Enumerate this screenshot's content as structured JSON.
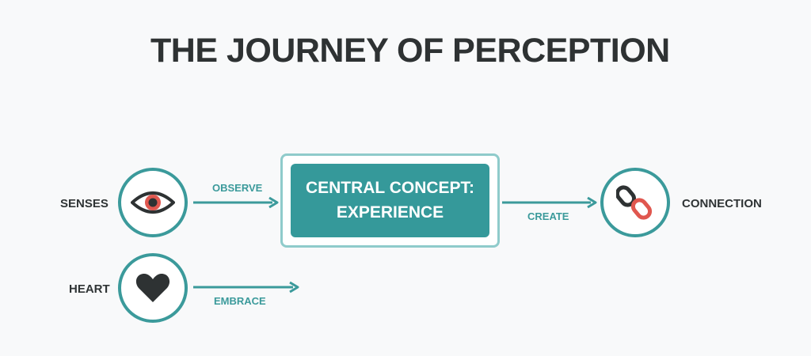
{
  "title": "THE JOURNEY OF PERCEPTION",
  "nodes": {
    "senses": {
      "label": "SENSES",
      "icon": "eye-icon"
    },
    "heart": {
      "label": "HEART",
      "icon": "heart-icon"
    },
    "connection": {
      "label": "CONNECTION",
      "icon": "chain-link-icon"
    }
  },
  "center": {
    "line1": "CENTRAL CONCEPT:",
    "line2": "EXPERIENCE"
  },
  "edges": {
    "observe": "OBSERVE",
    "embrace": "EMBRACE",
    "create": "CREATE"
  },
  "colors": {
    "accent": "#3b9a9b",
    "center_fill": "#35999a",
    "center_border": "#8fcbcb",
    "text_dark": "#2e3233",
    "eye_iris": "#e0574f",
    "chain_red": "#e0574f"
  }
}
